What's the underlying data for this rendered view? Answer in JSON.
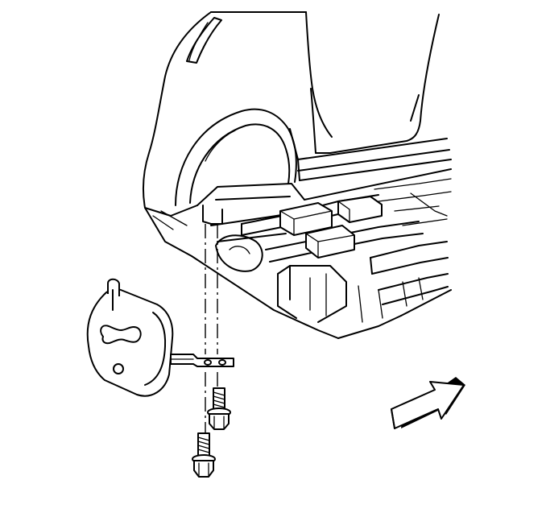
{
  "diagram": {
    "background": "#ffffff",
    "line_color": "#000000",
    "parts": [
      {
        "name": "vehicle-rear-body",
        "icon": "vehicle-quarter-panel"
      },
      {
        "name": "exhaust-insulator",
        "icon": "rubber-hanger-insulator"
      },
      {
        "name": "insulator-bolts",
        "icon": "hex-flange-bolt",
        "count": 2
      },
      {
        "name": "direction-arrow",
        "icon": "front-of-vehicle-arrow"
      }
    ]
  }
}
